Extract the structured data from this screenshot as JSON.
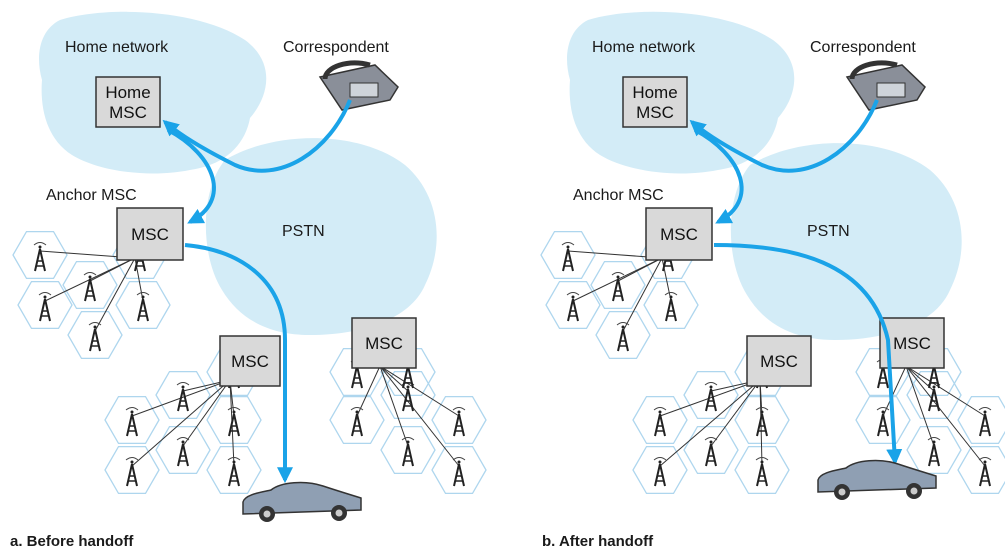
{
  "colors": {
    "cloud": "#d3ecf7",
    "hex_stroke": "#aed6ee",
    "arrow": "#1aa3e8",
    "msc_fill": "#d9d9d9",
    "car_body": "#8f9fb3"
  },
  "panels": [
    {
      "caption": "a.  Before handoff",
      "home_network_label": "Home network",
      "correspondent_label": "Correspondent",
      "home_msc_line1": "Home",
      "home_msc_line2": "MSC",
      "anchor_msc_label": "Anchor MSC",
      "pstn_label": "PSTN",
      "msc_labels": [
        "MSC",
        "MSC",
        "MSC"
      ],
      "icons": [
        "telephone-icon",
        "cell-tower-icon",
        "car-icon"
      ]
    },
    {
      "caption": "b.  After handoff",
      "home_network_label": "Home network",
      "correspondent_label": "Correspondent",
      "home_msc_line1": "Home",
      "home_msc_line2": "MSC",
      "anchor_msc_label": "Anchor MSC",
      "pstn_label": "PSTN",
      "msc_labels": [
        "MSC",
        "MSC",
        "MSC"
      ],
      "icons": [
        "telephone-icon",
        "cell-tower-icon",
        "car-icon"
      ]
    }
  ]
}
